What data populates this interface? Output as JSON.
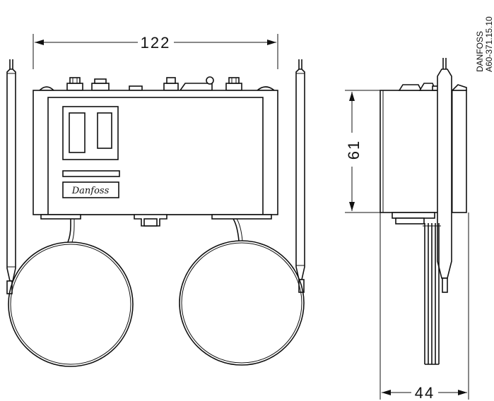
{
  "dimensions": {
    "width": "122",
    "height": "61",
    "depth": "44"
  },
  "drawing_ref": {
    "line1": "DANFOSS",
    "line2": "A60-371.15.10"
  },
  "brand_logo": "Danfoss"
}
